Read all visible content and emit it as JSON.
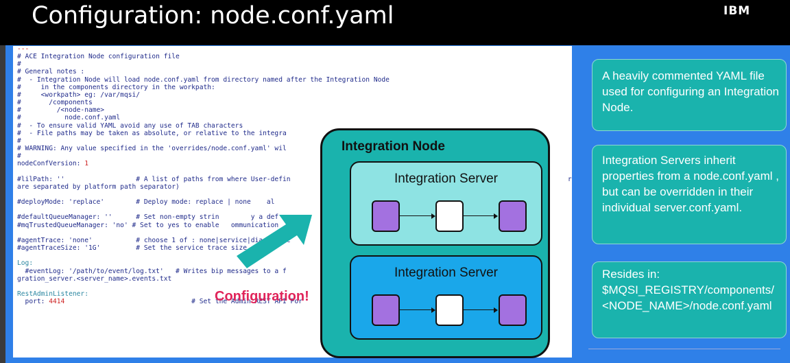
{
  "slide": {
    "title": "Configuration: node.conf.yaml",
    "logo": "IBM"
  },
  "code": {
    "lines": [
      {
        "text": "---",
        "color": "red"
      },
      {
        "text": "# ACE Integration Node configuration file"
      },
      {
        "text": "#"
      },
      {
        "text": "# General notes :"
      },
      {
        "text": "#  - Integration Node will load node.conf.yaml from directory named after the Integration Node"
      },
      {
        "text": "#     in the components directory in the workpath:"
      },
      {
        "text": "#     <workpath> eg: /var/mqsi/"
      },
      {
        "text": "#       /components"
      },
      {
        "text": "#         /<node-name>"
      },
      {
        "text": "#           node.conf.yaml"
      },
      {
        "text": "#  - To ensure valid YAML avoid any use of TAB characters"
      },
      {
        "text": "#  - File paths may be taken as absolute, or relative to the integra"
      },
      {
        "text": "#"
      },
      {
        "text": "# WARNING: Any value specified in the 'overrides/node.conf.yaml' wil"
      },
      {
        "text": "#"
      },
      {
        "text": "nodeConfVersion: ",
        "value": "1"
      },
      {
        "text": ""
      },
      {
        "text": "#lilPath: ''                  # A list of paths from where User-defin                                                                      ries"
      },
      {
        "text": "are separated by platform path separator)"
      },
      {
        "text": ""
      },
      {
        "text": "#deployMode: 'replace'        # Deploy mode: replace | none    al"
      },
      {
        "text": ""
      },
      {
        "text": "#defaultQueueManager: ''      # Set non-empty strin        y a def"
      },
      {
        "text": "#mqTrustedQueueManager: 'no' # Set to yes to enable   ommunication"
      },
      {
        "text": ""
      },
      {
        "text": "#agentTrace: 'none'           # choose 1 of : none|service|diagnostic"
      },
      {
        "text": "#agentTraceSize: '1G'         # Set the service trace size"
      },
      {
        "text": ""
      },
      {
        "text": "Log:",
        "color": "teal"
      },
      {
        "text": "  #eventLog: '/path/to/event/log.txt'   # Writes bip messages to a f                                                       /inte"
      },
      {
        "text": "gration_server.<server_name>.events.txt"
      },
      {
        "text": ""
      },
      {
        "text": "RestAdminListener:",
        "color": "teal"
      },
      {
        "text": "  port: ",
        "value": "4414",
        "tail": "                                # Set the Admin REST API Por                                          to 4414"
      }
    ]
  },
  "diagram": {
    "node_title": "Integration Node",
    "server1_title": "Integration Server",
    "server2_title": "Integration Server",
    "arrow_label": "Configuration!"
  },
  "notes": {
    "note1": "A heavily commented YAML file used for configuring an Integration Node.",
    "note2": "Integration Servers inherit properties from a node.conf.yaml , but can be overridden in their individual server.conf.yaml.",
    "note3_line1": "Resides in:",
    "note3_line2": "$MQSI_REGISTRY/components/<NODE_NAME>/node.conf.yaml"
  },
  "colors": {
    "background": "#000000",
    "blue_area": "#2f80e8",
    "teal": "#1ab3ad",
    "light_teal": "#8ee3e3",
    "server_blue": "#1aa7ea",
    "purple": "#a371e0",
    "label_pink": "#e0245a"
  }
}
